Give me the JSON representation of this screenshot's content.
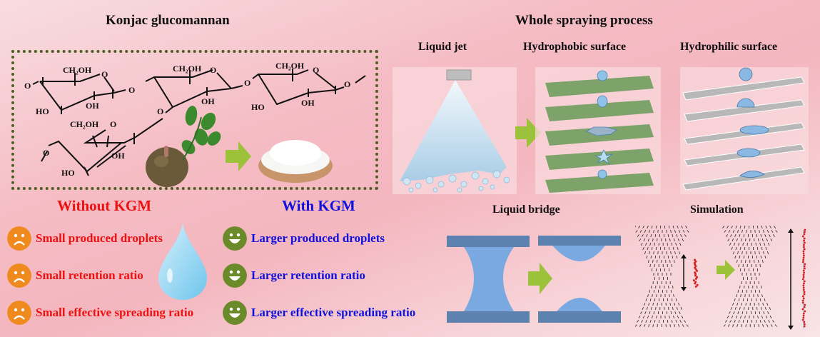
{
  "left": {
    "title": "Konjac glucomannan",
    "chem_labels": {
      "ch2oh": "CH₂OH",
      "o": "O",
      "oh": "OH",
      "ho": "HO"
    },
    "without_label": "Without KGM",
    "with_label": "With KGM",
    "without_items": [
      {
        "icon": "sad-face-icon",
        "text": "Small produced droplets"
      },
      {
        "icon": "sad-face-icon",
        "text": "Small retention ratio"
      },
      {
        "icon": "sad-face-icon",
        "text": "Small effective spreading ratio"
      }
    ],
    "with_items": [
      {
        "icon": "happy-face-icon",
        "text": "Larger produced droplets"
      },
      {
        "icon": "happy-face-icon",
        "text": "Larger retention ratio"
      },
      {
        "icon": "happy-face-icon",
        "text": "Larger effective spreading ratio"
      }
    ]
  },
  "right": {
    "title": "Whole spraying process",
    "panels": [
      {
        "label": "Liquid jet"
      },
      {
        "label": "Hydrophobic surface"
      },
      {
        "label": "Hydrophilic surface"
      }
    ],
    "bridge_label": "Liquid bridge",
    "simulation_label": "Simulation"
  },
  "colors": {
    "without": "#ee1111",
    "with": "#1111dd",
    "sad_face": "#ee8a1e",
    "happy_face": "#6b8a2a",
    "arrow": "#9cc13a",
    "leaf_surface": "#7da26a",
    "bridge": "#7aa8e0",
    "bridge_plate": "#5d82b0"
  }
}
